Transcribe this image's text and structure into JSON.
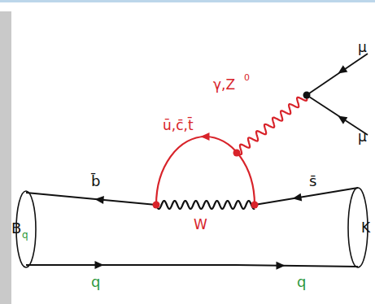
{
  "diagram": {
    "labels": [
      "γ,Z",
      "0",
      "ū,c̄,t̄",
      "b̄",
      "s̄",
      "W",
      "B",
      "q",
      "q",
      "q",
      "μ",
      "μ",
      "K"
    ]
  }
}
